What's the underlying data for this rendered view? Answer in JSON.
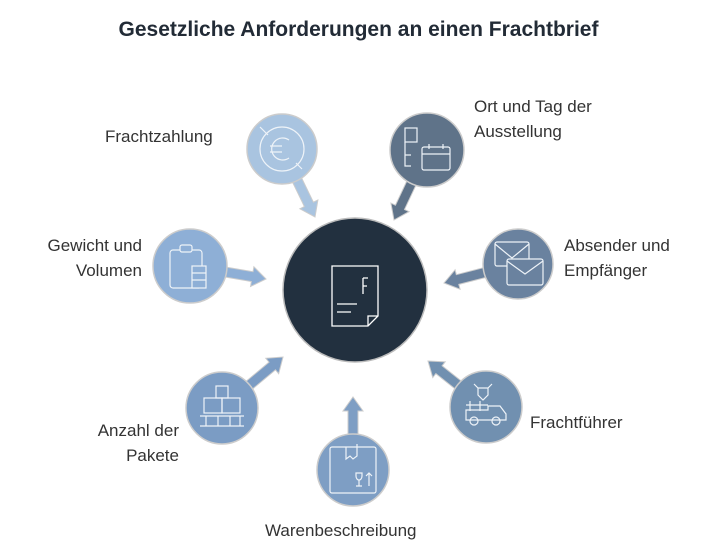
{
  "title": "Gesetzliche Anforderungen an einen Frachtbrief",
  "center": {
    "icon": "document-icon",
    "color": "#22303f"
  },
  "items": [
    {
      "label": "Frachtzahlung",
      "icon": "euro-icon",
      "color": "#a9c4e0"
    },
    {
      "label": "Ort und Tag der Ausstellung",
      "icon": "calendar-icon",
      "color": "#5f7389"
    },
    {
      "label": "Absender und Empfänger",
      "icon": "envelopes-icon",
      "color": "#6a829f"
    },
    {
      "label": "Frachtführer",
      "icon": "truck-icon",
      "color": "#7190b0"
    },
    {
      "label": "Warenbeschreibung",
      "icon": "package-icon",
      "color": "#7e9ec4"
    },
    {
      "label": "Anzahl der Pakete",
      "icon": "pallet-icon",
      "color": "#7b9cc4"
    },
    {
      "label": "Gewicht und Volumen",
      "icon": "clipboard-icon",
      "color": "#8eafd6"
    }
  ]
}
